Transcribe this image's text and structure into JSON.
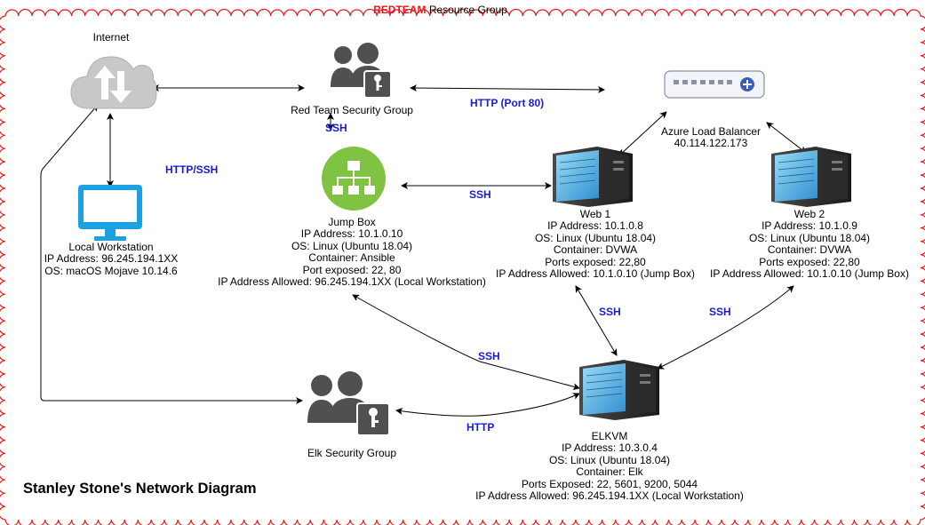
{
  "resource_group": {
    "name": "REDTEAM",
    "suffix": "Resource Group"
  },
  "diagram_title": "Stanley Stone's Network Diagram",
  "nodes": {
    "internet": {
      "lines": [
        "Internet"
      ],
      "icon": "cloud-icon"
    },
    "local_workstation": {
      "lines": [
        "Local Workstation",
        "IP Address: 96.245.194.1XX",
        "OS: macOS Mojave 10.14.6"
      ],
      "icon": "monitor-icon"
    },
    "red_team_sg": {
      "lines": [
        "Red Team Security Group"
      ],
      "icon": "security-group-icon"
    },
    "jump_box": {
      "lines": [
        "Jump Box",
        "IP Address: 10.1.0.10",
        "OS: Linux (Ubuntu 18.04)",
        "Container: Ansible",
        "Port exposed: 22, 80",
        "IP Address Allowed: 96.245.194.1XX (Local Workstation)"
      ],
      "icon": "jump-box-icon"
    },
    "load_balancer": {
      "lines": [
        "Azure Load Balancer",
        "40.114.122.173"
      ],
      "icon": "load-balancer-icon"
    },
    "web1": {
      "lines": [
        "Web 1",
        "IP Address: 10.1.0.8",
        "OS: Linux (Ubuntu 18.04)",
        "Container: DVWA",
        "Ports exposed: 22,80",
        "IP Address Allowed: 10.1.0.10 (Jump Box)"
      ],
      "icon": "server-icon"
    },
    "web2": {
      "lines": [
        "Web 2",
        "IP Address: 10.1.0.9",
        "OS: Linux  (Ubuntu 18.04)",
        "Container: DVWA",
        "Ports exposed: 22,80",
        "IP Address Allowed: 10.1.0.10 (Jump Box)"
      ],
      "icon": "server-icon"
    },
    "elkvm": {
      "lines": [
        "ELKVM",
        "IP Address:  10.3.0.4",
        "OS: Linux (Ubuntu 18.04)",
        "Container: Elk",
        "Ports Exposed: 22, 5601, 9200, 5044",
        "IP Address Allowed: 96.245.194.1XX (Local Workstation)"
      ],
      "icon": "server-icon"
    },
    "elk_sg": {
      "lines": [
        "Elk Security Group"
      ],
      "icon": "security-group-icon"
    }
  },
  "edge_labels": {
    "http_port80": "HTTP (Port 80)",
    "ssh_redteam_jumpbox": "SSH",
    "http_ssh": "HTTP/SSH",
    "ssh_jumpbox_web1": "SSH",
    "ssh_web1_elk": "SSH",
    "ssh_web2_elk": "SSH",
    "ssh_jumpbox_elk": "SSH",
    "http_elk": "HTTP"
  },
  "colors": {
    "border": "#e8191c",
    "edge_label": "#1a1adb",
    "jump_box": "#80c342",
    "monitor": "#1ba1e2",
    "security_group": "#505050",
    "cloud": "#c8c8c8"
  }
}
